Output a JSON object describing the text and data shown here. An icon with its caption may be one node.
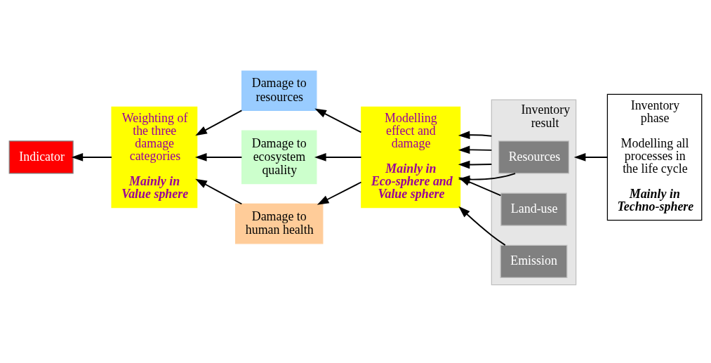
{
  "diagram": {
    "nodes": [
      {
        "text": [
          "Indicator"
        ]
      },
      {
        "text": [
          "Weighting of the three damage categories",
          "Mainly in Value sphere"
        ]
      },
      {
        "text": [
          "Damage to resources"
        ]
      },
      {
        "text": [
          "Damage to ecosystem quality"
        ]
      },
      {
        "text": [
          "Damage to human health"
        ]
      },
      {
        "text": [
          "Modelling effect and damage",
          "Mainly in Eco-sphere and Value sphere"
        ]
      },
      {
        "text": [
          "Inventory result"
        ]
      },
      {
        "text": [
          "Resources"
        ],
        "in": 6
      },
      {
        "text": [
          "Land-use"
        ],
        "in": 6
      },
      {
        "text": [
          "Emission"
        ],
        "in": 6
      },
      {
        "text": [
          "Inventory phase",
          "Modelling all processes in the life cycle",
          "Mainly in Techno-sphere"
        ]
      }
    ],
    "edges": [
      {
        "from": 1,
        "to": 0,
        "arrow": "to"
      },
      {
        "from": 2,
        "to": 1,
        "arrow": "to"
      },
      {
        "from": 3,
        "to": 1,
        "arrow": "to"
      },
      {
        "from": 4,
        "to": 1,
        "arrow": "to"
      },
      {
        "from": 5,
        "to": 2,
        "arrow": "to"
      },
      {
        "from": 5,
        "to": 3,
        "arrow": "to"
      },
      {
        "from": 5,
        "to": 4,
        "arrow": "to"
      },
      {
        "from": 7,
        "to": 5,
        "arrow": "to"
      },
      {
        "from": 6,
        "to": 5,
        "arrow": "to"
      },
      {
        "from": 8,
        "to": 5,
        "arrow": "to"
      },
      {
        "from": 6,
        "to": 5,
        "arrow": "to"
      },
      {
        "from": 6,
        "to": 5,
        "arrow": "to"
      },
      {
        "from": 9,
        "to": 5,
        "arrow": "to"
      },
      {
        "from": 10,
        "to": 6,
        "arrow": "to"
      }
    ]
  }
}
